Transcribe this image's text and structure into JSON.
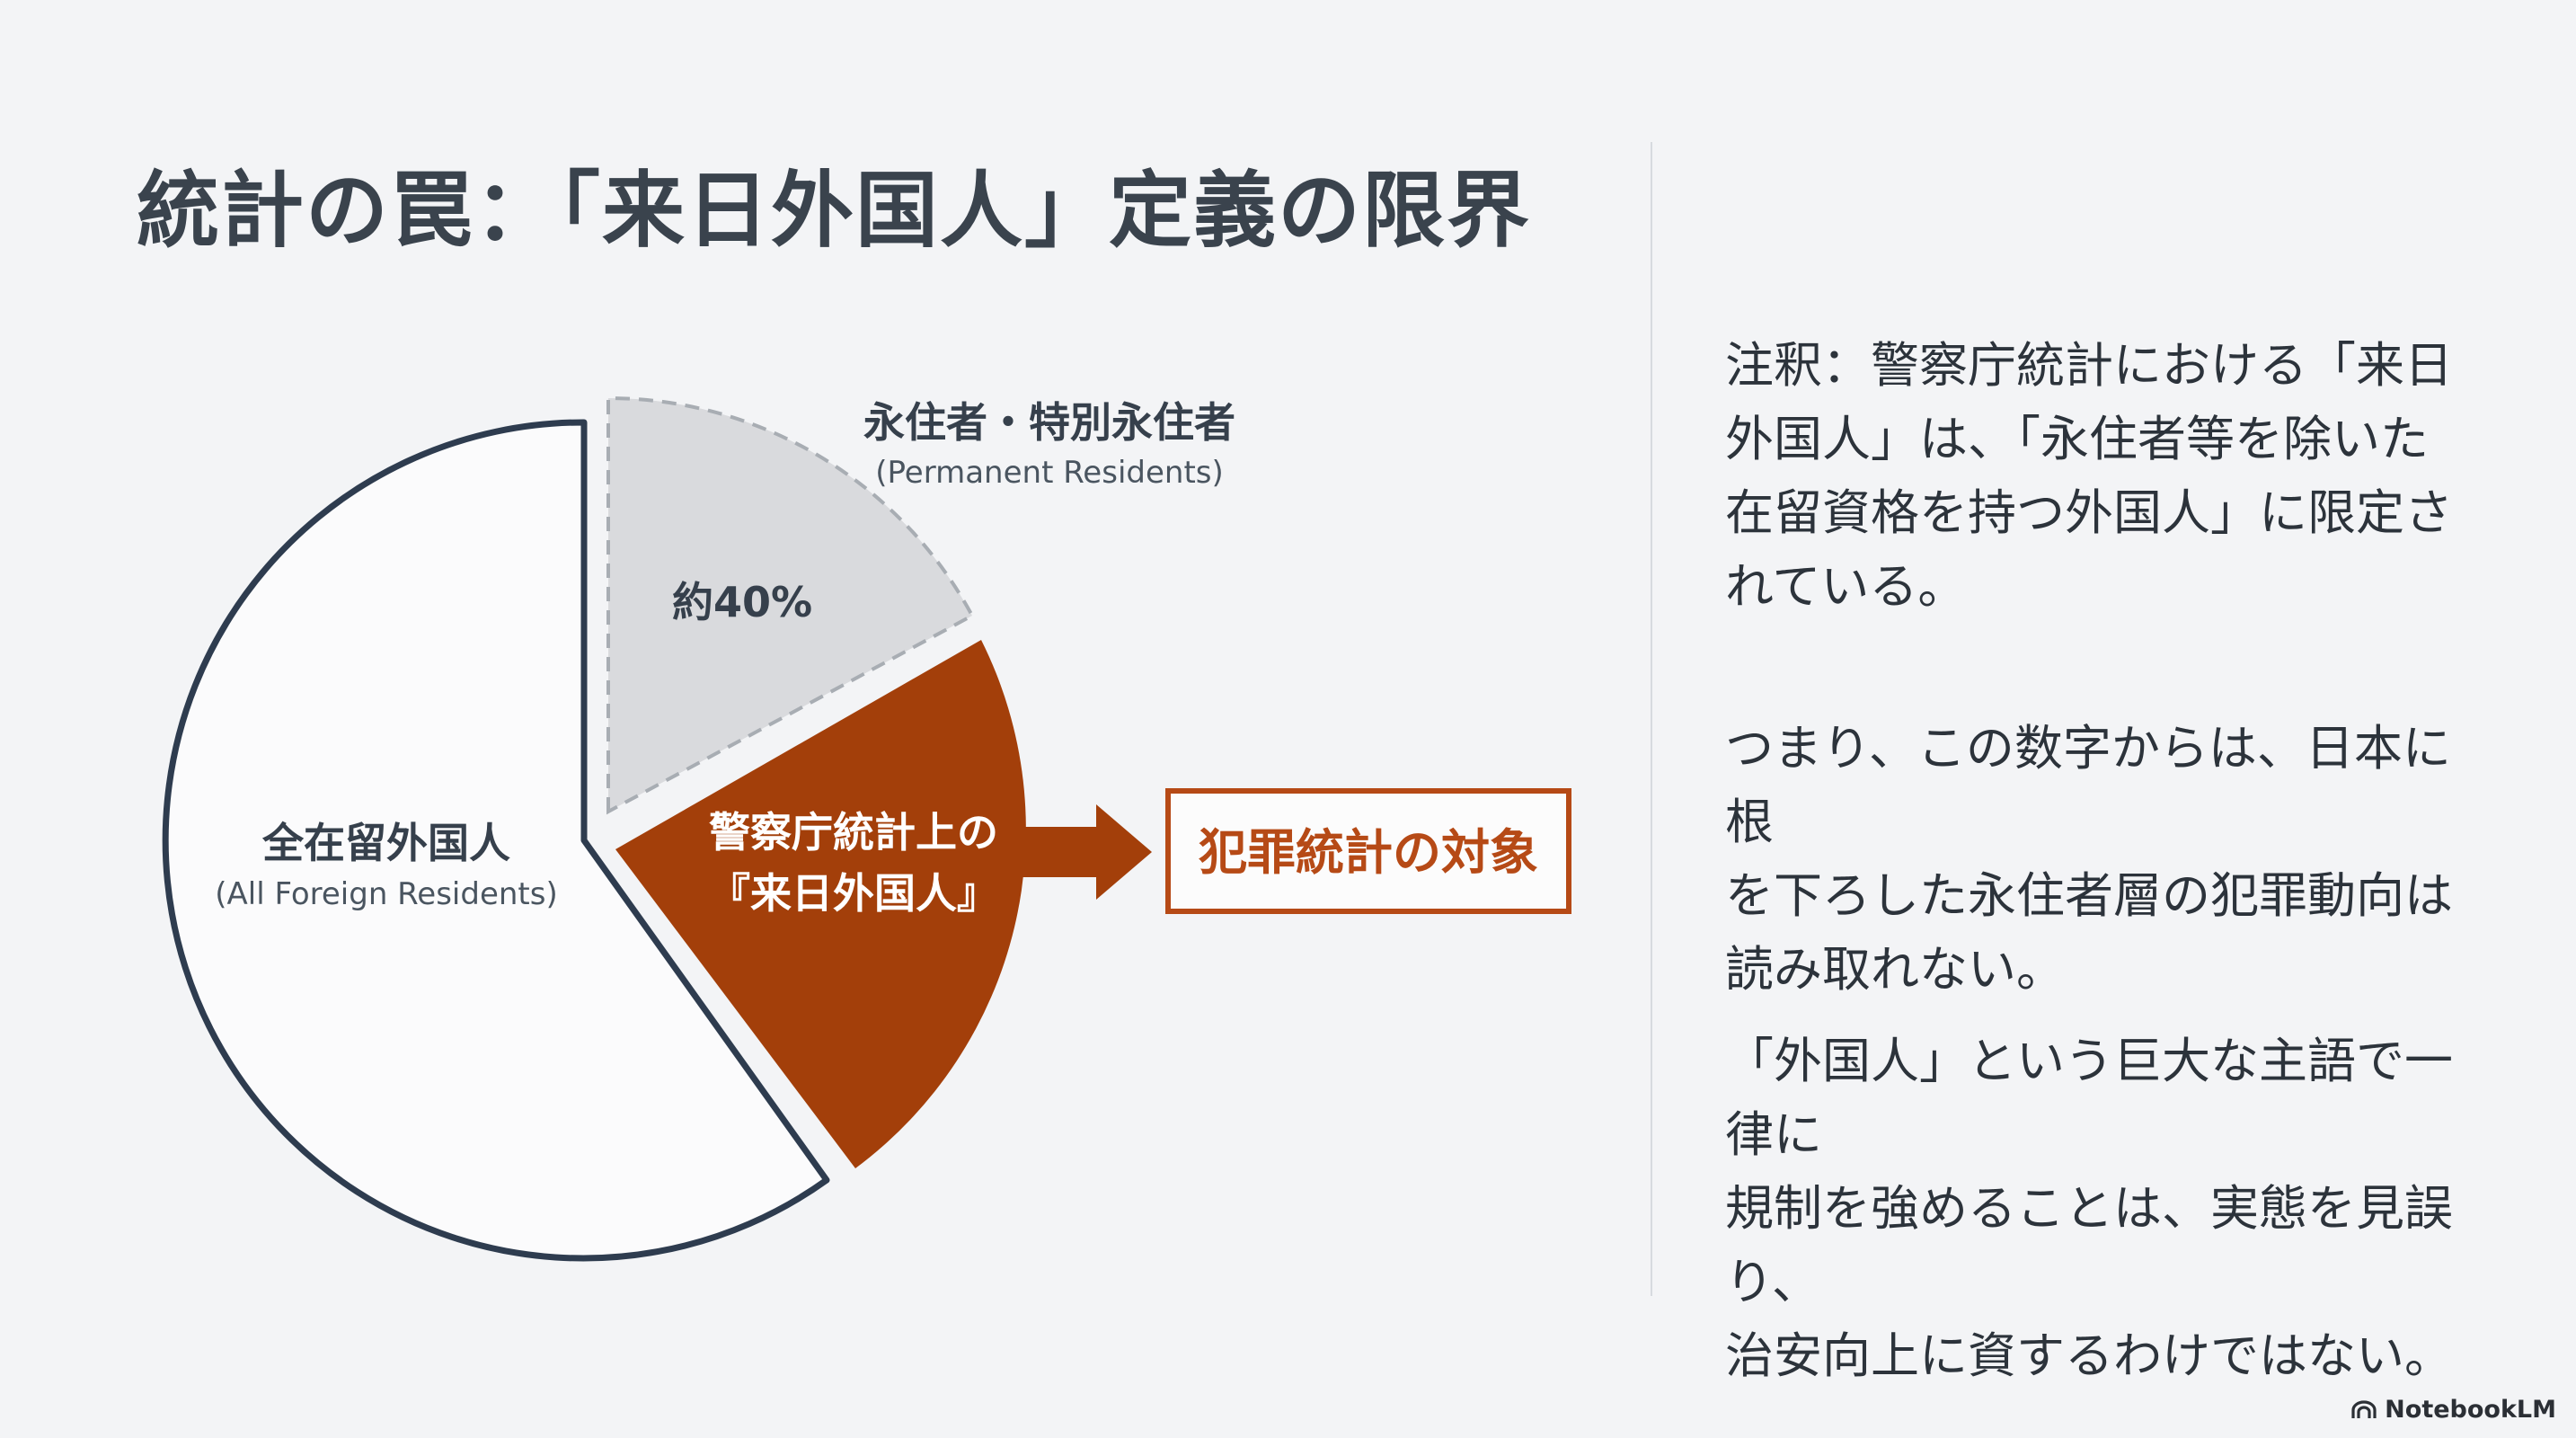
{
  "title": "統計の罠：「来日外国人」定義の限界",
  "chart_data": {
    "type": "pie",
    "segments": [
      {
        "label": "全在留外国人",
        "sublabel": "(All Foreign Residents)",
        "value": null
      },
      {
        "label": "永住者・特別永住者",
        "sublabel": "(Permanent Residents)",
        "value_label": "約40%"
      },
      {
        "label_lines": [
          "警察庁統計上の",
          "『来日外国人』"
        ]
      }
    ],
    "target_box": "犯罪統計の対象",
    "colors": {
      "outline": "#2e3c4f",
      "permanent": "#d9dadd",
      "police": "#a33f0a",
      "target": "#b64a16"
    }
  },
  "notes": [
    {
      "lines": [
        "注釈：警察庁統計における「来日",
        "外国人」は、「永住者等を除いた",
        "在留資格を持つ外国人」に限定さ",
        "れている。"
      ]
    },
    {
      "lines": [
        "つまり、この数字からは、日本に根",
        "を下ろした永住者層の犯罪動向は",
        "読み取れない。"
      ]
    },
    {
      "lines": [
        "「外国人」という巨大な主語で一律に",
        "規制を強めることは、実態を見誤り、",
        "治安向上に資するわけではない。"
      ]
    }
  ],
  "brand": {
    "name": "NotebookLM",
    "icon": "notebooklm-icon"
  }
}
